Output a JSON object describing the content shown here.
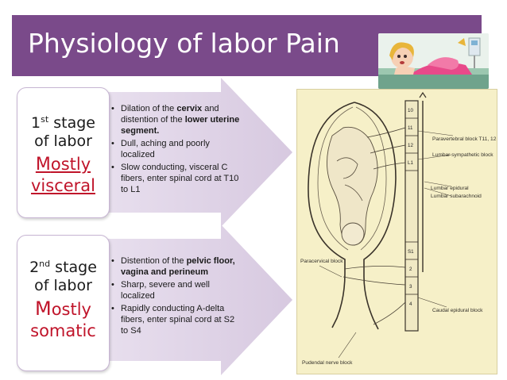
{
  "title": "Physiology of labor Pain",
  "stages": [
    {
      "stage_num": "1",
      "stage_suffix": "st",
      "stage_word": "stage",
      "line2": "of labor",
      "mostly_initial": "M",
      "mostly_rest": "ostly",
      "type": "visceral",
      "bullets": [
        [
          "Dilation of the ",
          {
            "b": "cervix"
          },
          " and distention of the ",
          {
            "b": "lower uterine segment."
          }
        ],
        [
          "Dull, aching and poorly localized"
        ],
        [
          "Slow conducting, visceral C fibers, enter spinal cord at T10 to L1"
        ]
      ]
    },
    {
      "stage_num": "2",
      "stage_suffix": "nd",
      "stage_word": "stage",
      "line2": "of labor",
      "mostly_initial": "M",
      "mostly_rest": "ostly",
      "type": "somatic",
      "bullets": [
        [
          "Distention of the ",
          {
            "b": "pelvic floor, vagina and perineum"
          }
        ],
        [
          "Sharp, severe and well localized"
        ],
        [
          "Rapidly conducting  A-delta fibers, enter spinal cord at S2 to S4"
        ]
      ]
    }
  ],
  "diagram": {
    "segments": [
      "10",
      "11",
      "12",
      "L1",
      "S1",
      "2",
      "3",
      "4"
    ],
    "labels": {
      "paravertebral": "Paravertebral block T11, 12",
      "lumbar_sympathetic": "Lumbar sympathetic block",
      "lumbar_epidural": "Lumbar epidural",
      "lumbar_subarachnoid": "Lumbar subarachnoid",
      "paracervical": "Paracervical block",
      "caudal_epidural": "Caudal epidural block",
      "pudendal": "Pudendal nerve block"
    }
  },
  "colors": {
    "title_bar": "#7a4a8a",
    "arrow_fill": "#dcd0e4",
    "accent_red": "#c0142a",
    "diagram_bg": "#f6f0c8"
  }
}
